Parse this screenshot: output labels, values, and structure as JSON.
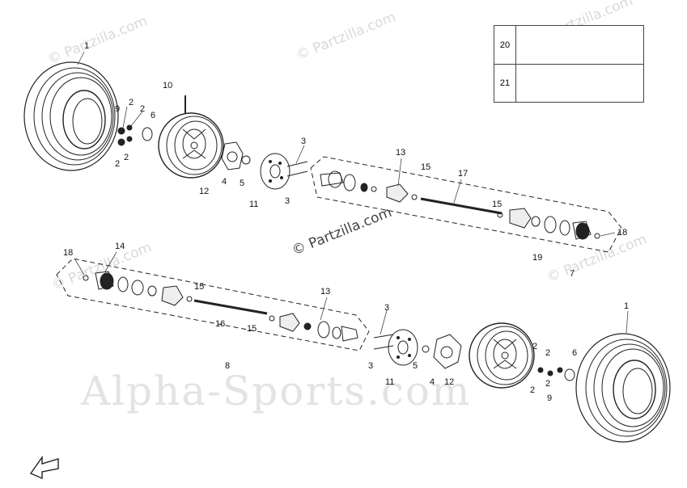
{
  "watermarks": {
    "site": "© Partzilla.com",
    "big": "Alpha-Sports.com"
  },
  "inset": {
    "rows": [
      "20",
      "21"
    ]
  },
  "labels": {
    "upper": [
      "1",
      "10",
      "9",
      "2",
      "2",
      "6",
      "2",
      "2",
      "12",
      "4",
      "5",
      "3",
      "11",
      "3",
      "13",
      "15",
      "17",
      "15",
      "18",
      "19",
      "7"
    ],
    "lower": [
      "18",
      "14",
      "15",
      "16",
      "8",
      "13",
      "15",
      "3",
      "3",
      "11",
      "5",
      "4",
      "12",
      "2",
      "2",
      "6",
      "2",
      "2",
      "9",
      "1"
    ]
  }
}
